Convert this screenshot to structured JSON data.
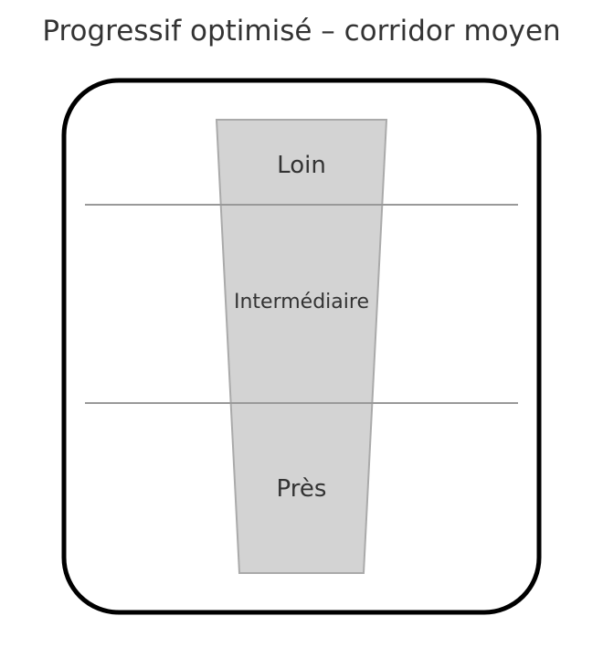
{
  "title": "Progressif optimisé – corridor moyen",
  "zones": {
    "far": "Loin",
    "intermediate": "Intermédiaire",
    "near": "Près"
  },
  "colors": {
    "corridor_fill": "#d3d3d3",
    "corridor_stroke": "#aaaaaa",
    "divider": "#999999",
    "frame": "#000000",
    "text": "#333333"
  }
}
